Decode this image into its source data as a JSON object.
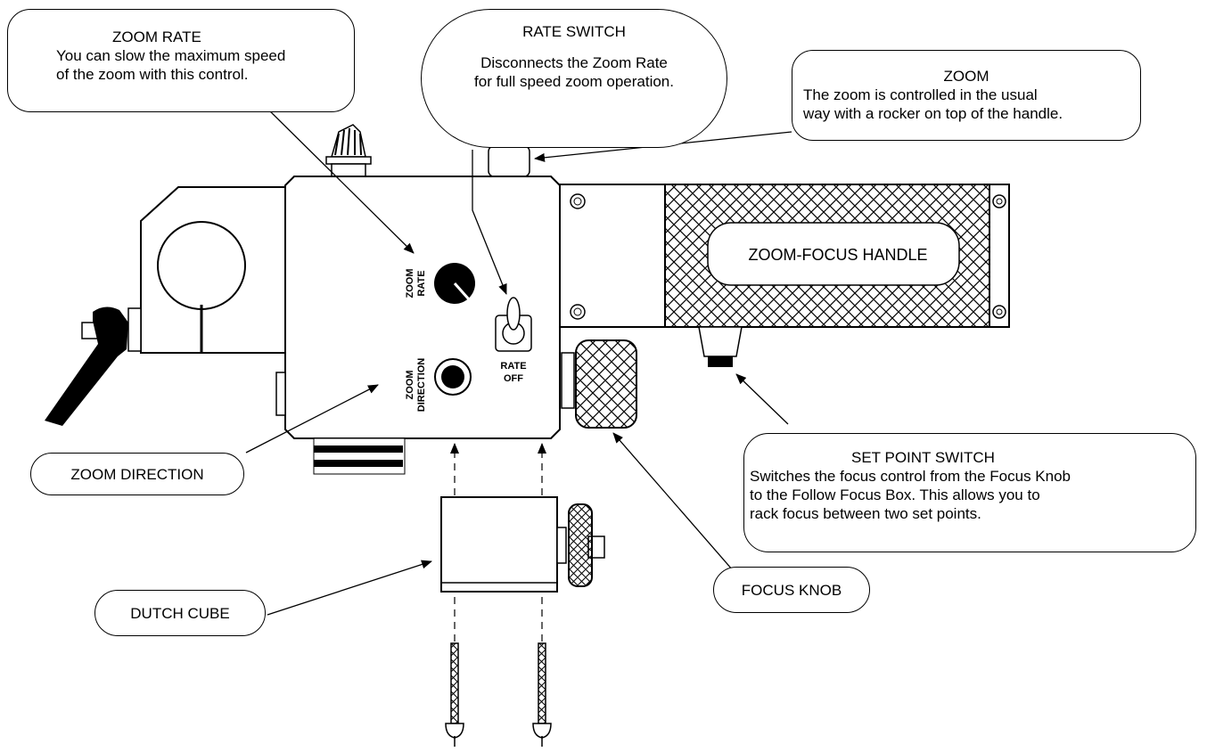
{
  "callouts": {
    "zoom_rate": {
      "title": "ZOOM RATE",
      "line1": "You can slow the maximum speed",
      "line2": "of the zoom with this control."
    },
    "rate_switch": {
      "title": "RATE SWITCH",
      "line1": "Disconnects the Zoom Rate",
      "line2": "for full speed zoom operation."
    },
    "zoom": {
      "title": "ZOOM",
      "line1": "The zoom is controlled in the usual",
      "line2": "way with a rocker on top of the handle."
    },
    "set_point_switch": {
      "title": "SET POINT SWITCH",
      "line1": "Switches the focus control from the Focus Knob",
      "line2": "to the Follow Focus Box. This allows you to",
      "line3": "rack focus between two set points."
    },
    "zoom_direction": {
      "title": "ZOOM DIRECTION"
    },
    "dutch_cube": {
      "title": "DUTCH CUBE"
    },
    "focus_knob": {
      "title": "FOCUS KNOB"
    }
  },
  "panel_labels": {
    "zoom_rate_l1": "ZOOM",
    "zoom_rate_l2": "RATE",
    "zoom_direction_l1": "ZOOM",
    "zoom_direction_l2": "DIRECTION",
    "rate_off_l1": "RATE",
    "rate_off_l2": "OFF"
  },
  "handle_label": "ZOOM-FOCUS HANDLE"
}
